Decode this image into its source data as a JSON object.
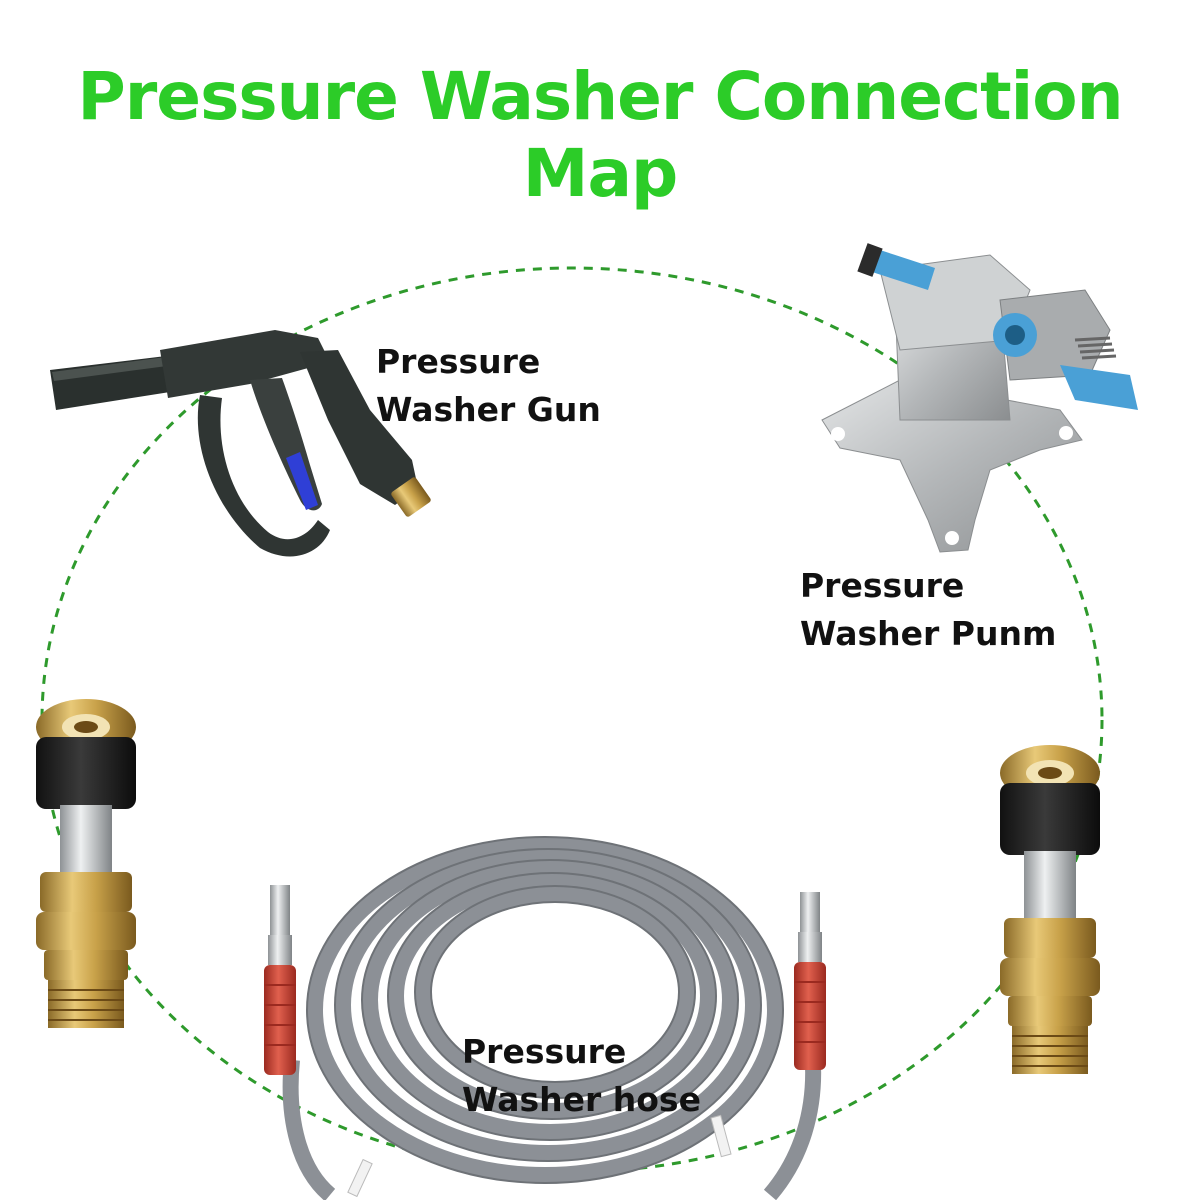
{
  "title": "Pressure Washer Connection Map",
  "colors": {
    "title": "#2ccc28",
    "dashed_loop": "#2e9a2c",
    "label": "#111111",
    "brass": "#c9a24a",
    "gun_black": "#2f3533",
    "hose_gray": "#8c9096",
    "sleeve_red": "#c94435",
    "pump_silver": "#b4b7b9",
    "pump_blue": "#4aa0d6"
  },
  "components": {
    "gun": {
      "line1": "Pressure",
      "line2": "Washer Gun",
      "icon": "pressure-washer-gun-icon"
    },
    "pump": {
      "line1": "Pressure",
      "line2": "Washer Punm",
      "icon": "pressure-washer-pump-icon"
    },
    "hose": {
      "line1": "Pressure",
      "line2": "Washer hose",
      "icon": "pressure-washer-hose-icon"
    },
    "adapter_left": {
      "icon": "quick-connect-adapter-icon"
    },
    "adapter_right": {
      "icon": "quick-connect-adapter-icon"
    }
  }
}
